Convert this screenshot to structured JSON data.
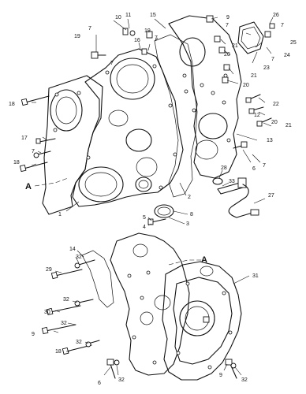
{
  "figure": {
    "section_marker": "A",
    "callouts": [
      "1",
      "2",
      "3",
      "4",
      "5",
      "6",
      "7",
      "8",
      "9",
      "10",
      "11",
      "12",
      "13",
      "14",
      "15",
      "16",
      "17",
      "18",
      "19",
      "20",
      "21",
      "22",
      "23",
      "24",
      "25",
      "26",
      "27",
      "28",
      "29",
      "30",
      "31",
      "32",
      "33"
    ]
  },
  "labels": {
    "top": {
      "l10": "10",
      "l11": "11",
      "l15": "15",
      "l9a": "9",
      "l26": "26",
      "l7a": "7",
      "l7b": "7",
      "l7c": "7",
      "l19a": "19",
      "l16": "16",
      "l19b": "19",
      "l7d": "7",
      "l21a": "21",
      "l20a": "20",
      "l25": "25",
      "l24": "24",
      "l23": "23",
      "l7e": "7",
      "l21b": "21",
      "l20b": "20",
      "l22": "22",
      "l18a": "18",
      "l12": "12",
      "l20c": "20",
      "l21c": "21",
      "l17": "17",
      "l13": "13",
      "l7f": "7",
      "l18b": "18",
      "l2": "2",
      "l6a": "6",
      "l7g": "7",
      "l28": "28",
      "l33": "33",
      "l27": "27",
      "l1": "1",
      "l8": "8",
      "l5": "5",
      "l4": "4",
      "l3": "3",
      "l7h": "7",
      "lA1": "A"
    },
    "bottom": {
      "l14": "14",
      "l32a": "32",
      "l29": "29",
      "l32b": "32",
      "l30": "30",
      "l32c": "32",
      "l9b": "9",
      "l18c": "18",
      "l32d": "32",
      "l6b": "6",
      "l32e": "32",
      "l9c": "9",
      "l32f": "32",
      "l31": "31",
      "lA2": "A"
    }
  }
}
